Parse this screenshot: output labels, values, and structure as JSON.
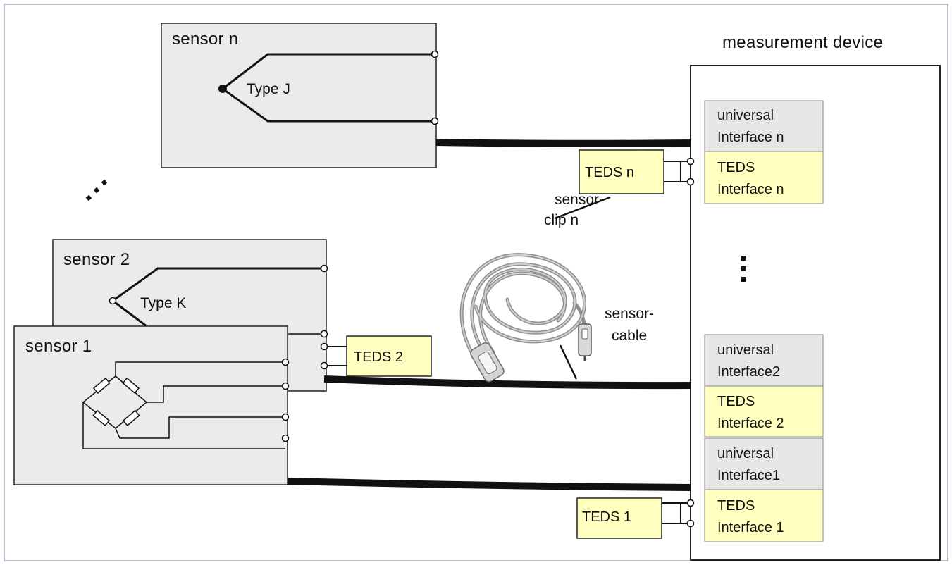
{
  "device": {
    "title": "measurement device",
    "slots": [
      {
        "universal": [
          "universal",
          "Interface n"
        ],
        "teds": [
          "TEDS",
          "Interface n"
        ]
      },
      {
        "universal": [
          "universal",
          "Interface2"
        ],
        "teds": [
          "TEDS",
          "Interface 2"
        ]
      },
      {
        "universal": [
          "universal",
          "Interface1"
        ],
        "teds": [
          "TEDS",
          "Interface 1"
        ]
      }
    ]
  },
  "sensors": {
    "n": {
      "title": "sensor n",
      "type": "Type J"
    },
    "two": {
      "title": "sensor 2",
      "type": "Type K"
    },
    "one": {
      "title": "sensor 1"
    }
  },
  "teds_chips": {
    "n": "TEDS n",
    "two": "TEDS 2",
    "one": "TEDS 1"
  },
  "callouts": {
    "clip": [
      "sensor-",
      "clip n"
    ],
    "cable": [
      "sensor-",
      "cable"
    ]
  },
  "colors": {
    "sensor_fill": "#ebebeb",
    "teds_fill": "#ffffc0",
    "universal_fill": "#e6e6e6",
    "frame": "#b7c3cf",
    "line": "#111111"
  }
}
